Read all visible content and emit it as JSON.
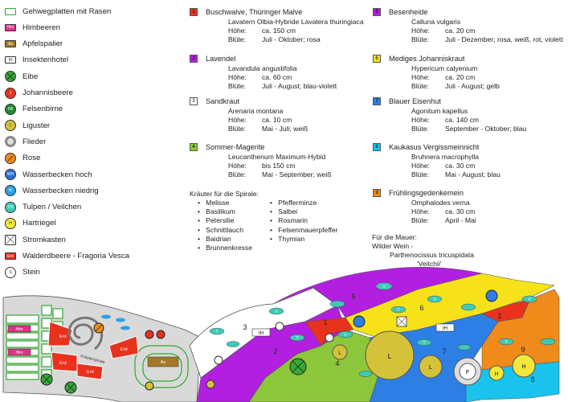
{
  "legend": [
    {
      "icon": "lawn-paving-icon",
      "label": "Gehwegplatten mit Rasen",
      "symbol": "",
      "color": "#ffffff"
    },
    {
      "icon": "raspberry-icon",
      "label": "Himbeeren",
      "symbol": "Him",
      "color": "#e0308a"
    },
    {
      "icon": "espalier-icon",
      "label": "Apfelspalier",
      "symbol": "As",
      "color": "#a27a2a"
    },
    {
      "icon": "insect-hotel-icon",
      "label": "Insektenhotel",
      "symbol": "IH",
      "color": "#ffffff"
    },
    {
      "icon": "yew-icon",
      "label": "Eibe",
      "symbol": "",
      "color": "#35a835"
    },
    {
      "icon": "currant-icon",
      "label": "Johannisbeere",
      "symbol": "J",
      "color": "#e8321e"
    },
    {
      "icon": "serviceberry-icon",
      "label": "Felsenbirne",
      "symbol": "FB",
      "color": "#1f8c2c"
    },
    {
      "icon": "privet-icon",
      "label": "Liguster",
      "symbol": "L",
      "color": "#d4c23a"
    },
    {
      "icon": "lilac-icon",
      "label": "Flieder",
      "symbol": "",
      "color": "#dddddd"
    },
    {
      "icon": "rose-icon",
      "label": "Rose",
      "symbol": "",
      "color": "#f08a1a"
    },
    {
      "icon": "water-basin-high-icon",
      "label": "Wasserbecken hoch",
      "symbol": "WH",
      "color": "#2d6fd6"
    },
    {
      "icon": "water-basin-low-icon",
      "label": "Wasserbecken niedrig",
      "symbol": "W",
      "color": "#2d9fe6"
    },
    {
      "icon": "tulip-violet-icon",
      "label": "Tulpen / Veilchen",
      "symbol": "T/V",
      "color": "#3fc9b8"
    },
    {
      "icon": "dogwood-icon",
      "label": "Hartriegel",
      "symbol": "H",
      "color": "#f3e83a"
    },
    {
      "icon": "power-box-icon",
      "label": "Stromkasten",
      "symbol": "",
      "color": "#ffffff"
    },
    {
      "icon": "wild-strawberry-icon",
      "label": "Walderdbeere - Fragoria Vesca",
      "symbol": "Erd",
      "color": "#e8321e"
    },
    {
      "icon": "stone-icon",
      "label": "Stein",
      "symbol": "S",
      "color": "#ffffff"
    }
  ],
  "plants": [
    {
      "num": "1",
      "color": "#e8321e",
      "name": "Buschwalve, Thüringer Malve",
      "latin": "Lavatern Olbia-Hybride Lavatera thuringiaca",
      "height_label": "Höhe:",
      "height": "ca. 150 cm",
      "bloom_label": "Blüte:",
      "bloom": "Juli - Oktober; rosa"
    },
    {
      "num": "2",
      "color": "#b21fe0",
      "name": "Lavendel",
      "latin": "Lavandula angustifolia",
      "height_label": "Höhe:",
      "height": "ca. 60 cm",
      "bloom_label": "Blüte:",
      "bloom": "Juli - August; blau-violett"
    },
    {
      "num": "3",
      "color": "#ffffff",
      "name": "Sandkraut",
      "latin": "Arenaria montana",
      "height_label": "Höhe:",
      "height": "ca. 10 cm",
      "bloom_label": "Blüte:",
      "bloom": "Mai - Juli; weiß"
    },
    {
      "num": "4",
      "color": "#8cc63a",
      "name": "Sommer-Magerite",
      "latin": "Leucanthenum Maximum-Hybid",
      "height_label": "Höhe:",
      "height": "bis 150 cm",
      "bloom_label": "Blüte:",
      "bloom": "Mai - September; weiß"
    },
    {
      "num": "5",
      "color": "#b21fe0",
      "name": "Besenheide",
      "latin": "Calluna vulgaris",
      "height_label": "Höhe:",
      "height": "ca. 20 cm",
      "bloom_label": "Blüte:",
      "bloom": "Juli - Dezember; rosa, weiß, rot, violett"
    },
    {
      "num": "6",
      "color": "#f7e21a",
      "name": "Mediges Johanniskraut",
      "latin": "Hypericum calyenium",
      "height_label": "Höhe:",
      "height": "ca. 20 cm",
      "bloom_label": "Blüte:",
      "bloom": "Juli - August; gelb"
    },
    {
      "num": "7",
      "color": "#2d7fe6",
      "name": "Blauer Eisenhut",
      "latin": "Agonitum kapellus",
      "height_label": "Höhe:",
      "height": "ca. 140 cm",
      "bloom_label": "Blüte:",
      "bloom": "September - Oktober; blau"
    },
    {
      "num": "8",
      "color": "#19c3ee",
      "name": "Kaukasus Vergissmeinnicht",
      "latin": "Bruhnera macrophylla",
      "height_label": "Höhe:",
      "height": "ca. 30 cm",
      "bloom_label": "Blüte:",
      "bloom": "Mai - August; blau"
    },
    {
      "num": "9",
      "color": "#f08a1a",
      "name": "Frühlingsgedenkemein",
      "latin": "Omphalodes verna",
      "height_label": "Höhe:",
      "height": "ca. 30 cm",
      "bloom_label": "Blüte:",
      "bloom": "April - Mai"
    }
  ],
  "herbs": {
    "title": "Kräuter für die Spirale:",
    "col1": [
      "Melisse",
      "Basilikum",
      "Petersilie",
      "Schnittlauch",
      "Baidrian",
      "Brunnenkresse"
    ],
    "col2": [
      "Pfefferminze",
      "Salbei",
      "Rosmarin",
      "Felsenmauerpfeffer",
      "Thymian"
    ]
  },
  "wall": {
    "line1": "Für die Mauer:",
    "line2": "Wilder Wein -",
    "line3": "Parthenocissus tricuspidata",
    "line4": "'Veitchii'"
  },
  "plan": {
    "spiral_label": "Kräuterspirale",
    "labels": {
      "z1": "1",
      "z1b": "1",
      "z2": "2",
      "z3": "3",
      "z4": "4",
      "z5": "5",
      "z6": "6",
      "z7": "7",
      "z8": "8",
      "z9": "9"
    },
    "ih": "IH",
    "erd": "Erd",
    "him": "Him",
    "as": "As",
    "s": "S",
    "l": "L",
    "f": "F",
    "h": "H",
    "v": "V",
    "t": "T",
    "w": "W",
    "j": "J"
  }
}
